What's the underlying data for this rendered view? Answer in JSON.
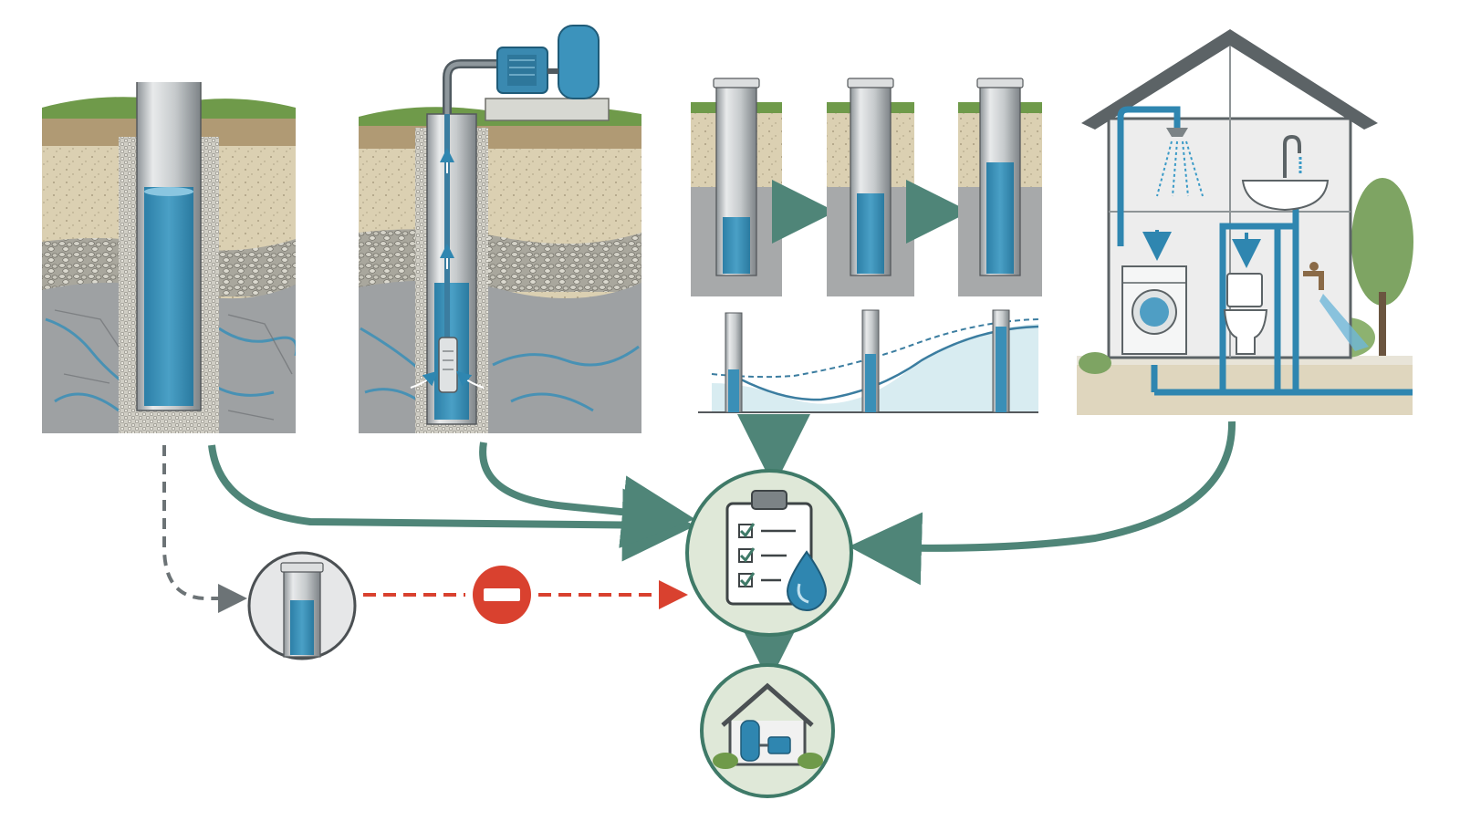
{
  "diagram": {
    "panels": [
      {
        "id": "well-static",
        "kind": "borehole-cross-section"
      },
      {
        "id": "well-pumping",
        "kind": "borehole-with-submersible-pump"
      },
      {
        "id": "water-level-recovery",
        "kind": "drawdown-recovery-sequence",
        "steps": 3
      },
      {
        "id": "household-use",
        "kind": "house-water-fixtures"
      }
    ],
    "center_node": {
      "id": "assessment",
      "icon": "clipboard-checklist-water-drop-icon"
    },
    "result_node": {
      "id": "pump-house",
      "icon": "pump-house-icon"
    },
    "excluded_node": {
      "id": "level-only",
      "icon": "well-level-icon",
      "blocked_by": "no-entry-icon"
    },
    "colors": {
      "flow_arrow": "#4f8578",
      "blocked_arrow": "#d9412f",
      "dashed_arrow": "#6c7376",
      "water": "#3a8fb7",
      "grass": "#6f9a4a",
      "soil": "#d9cdae",
      "gravel": "#b9b7ab",
      "rock": "#9ea1a3",
      "node_fill": "#dfe8d8",
      "node_stroke": "#3f7a68"
    }
  }
}
